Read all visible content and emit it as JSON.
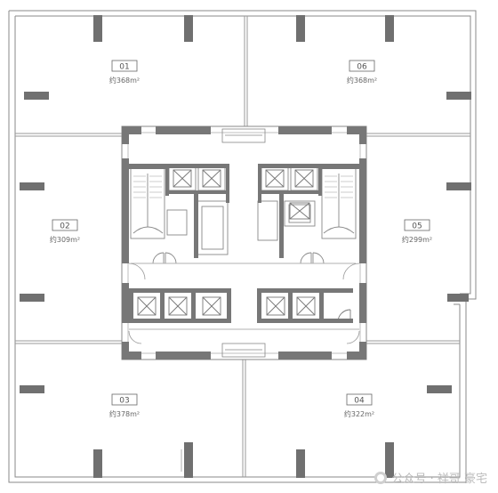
{
  "units": [
    {
      "id": "01",
      "area": "约368m²"
    },
    {
      "id": "06",
      "area": "约368m²"
    },
    {
      "id": "02",
      "area": "约309m²"
    },
    {
      "id": "05",
      "area": "约299m²"
    },
    {
      "id": "03",
      "area": "约378m²"
    },
    {
      "id": "04",
      "area": "约322m²"
    }
  ],
  "watermark": {
    "text": "公众号 · 祥哥 豪宅"
  },
  "colors": {
    "wall": "#777777",
    "line": "#9a9a9a",
    "column": "#6e6e6e"
  }
}
